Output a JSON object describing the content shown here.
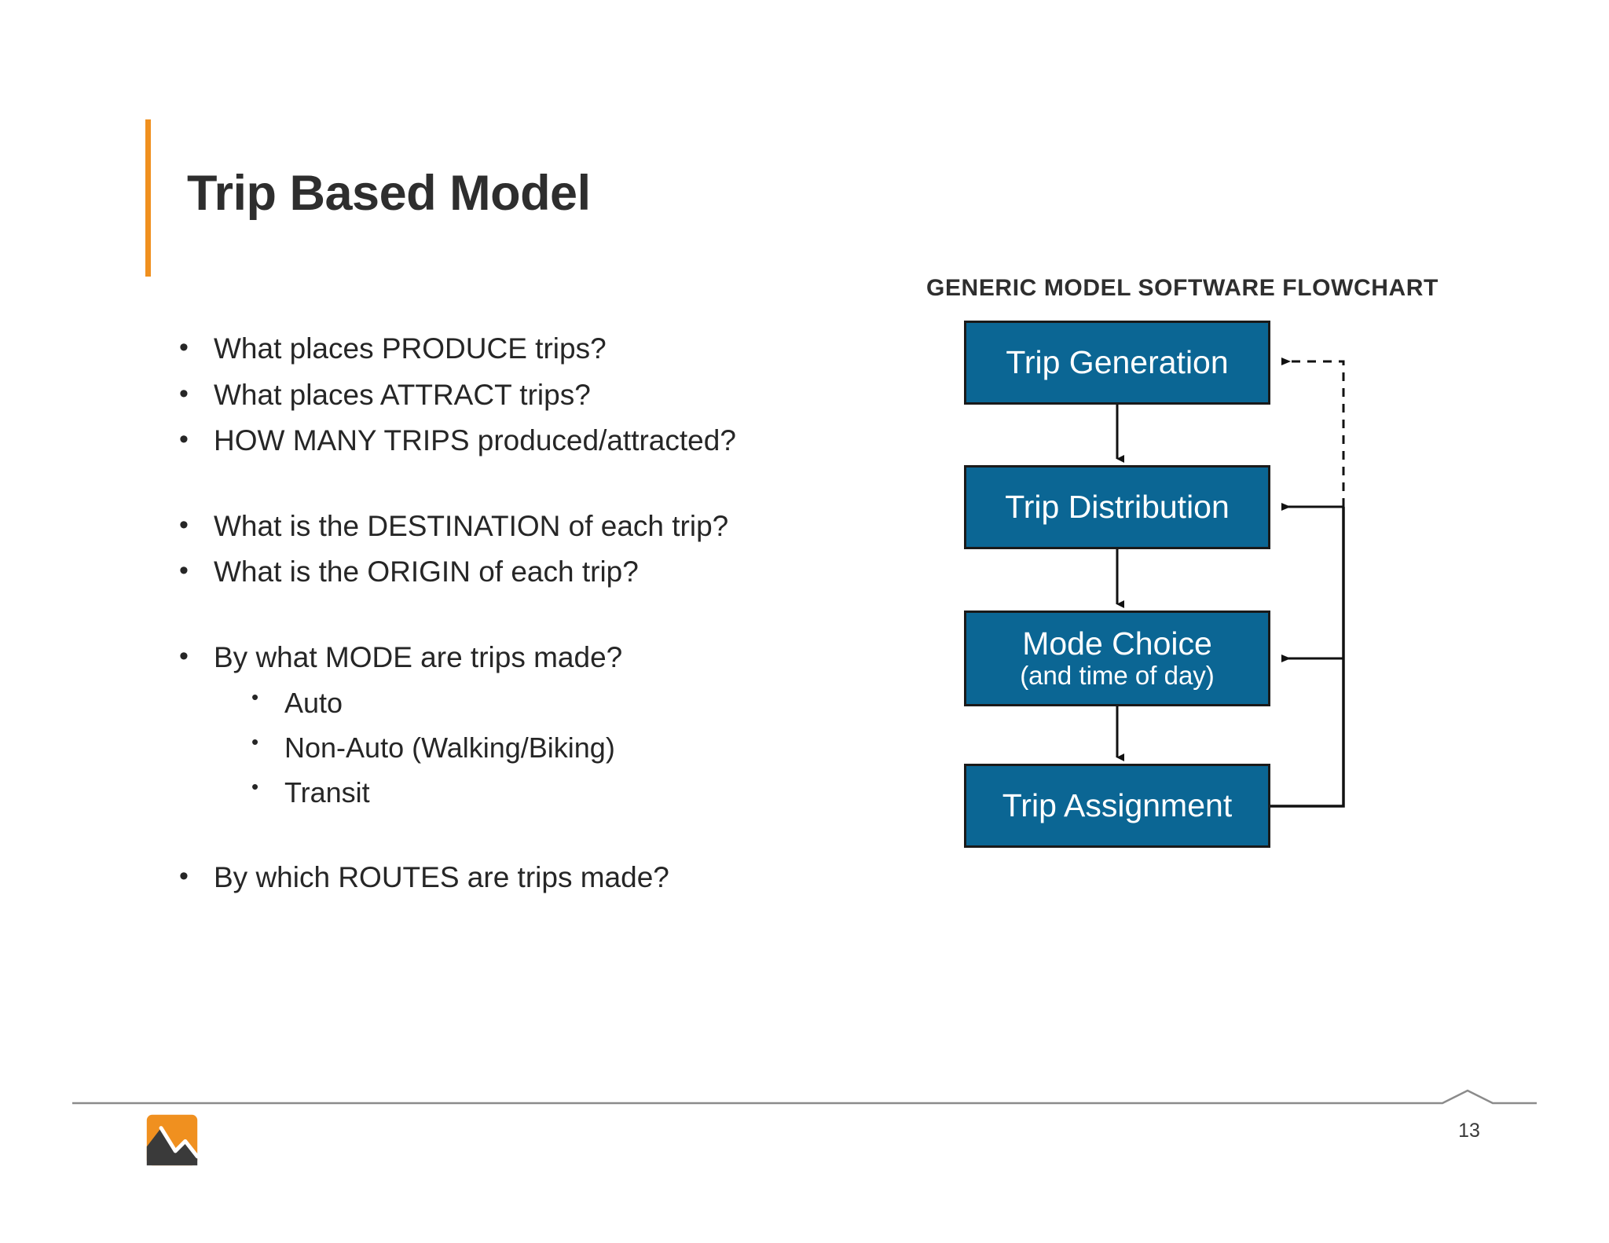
{
  "slide": {
    "title": "Trip Based Model",
    "page_number": "13",
    "accent_color": "#f0901f",
    "title_color": "#2e2e2e",
    "box_fill_color": "#0b6694",
    "box_text_color": "#ffffff"
  },
  "bullets": {
    "groups": [
      {
        "items": [
          {
            "marker": "•",
            "text": "What places PRODUCE trips?",
            "level": 1
          },
          {
            "marker": "•",
            "text": "What places ATTRACT trips?",
            "level": 1
          },
          {
            "marker": "•",
            "text": "HOW MANY TRIPS produced/attracted?",
            "level": 1
          }
        ]
      },
      {
        "items": [
          {
            "marker": "•",
            "text": "What is the DESTINATION of each trip?",
            "level": 1
          },
          {
            "marker": "•",
            "text": "What is the ORIGIN of each trip?",
            "level": 1
          }
        ]
      },
      {
        "items": [
          {
            "marker": "•",
            "text": "By what MODE are trips made?",
            "level": 1
          },
          {
            "marker": "•",
            "text": "Auto",
            "level": 2
          },
          {
            "marker": "•",
            "text": "Non-Auto (Walking/Biking)",
            "level": 2
          },
          {
            "marker": "•",
            "text": "Transit",
            "level": 2
          }
        ]
      },
      {
        "items": [
          {
            "marker": "•",
            "text": "By which ROUTES are trips made?",
            "level": 1
          }
        ]
      }
    ]
  },
  "flowchart": {
    "title": "GENERIC MODEL SOFTWARE FLOWCHART",
    "boxes": [
      {
        "id": "trip-generation",
        "title": "Trip Generation",
        "subtitle": ""
      },
      {
        "id": "trip-distribution",
        "title": "Trip Distribution",
        "subtitle": ""
      },
      {
        "id": "mode-choice",
        "title": "Mode Choice",
        "subtitle": "(and time of day)"
      },
      {
        "id": "trip-assignment",
        "title": "Trip Assignment",
        "subtitle": ""
      }
    ],
    "connections": [
      {
        "from": "trip-generation",
        "to": "trip-distribution",
        "style": "solid",
        "direction": "down"
      },
      {
        "from": "trip-distribution",
        "to": "mode-choice",
        "style": "solid",
        "direction": "down"
      },
      {
        "from": "mode-choice",
        "to": "trip-assignment",
        "style": "solid",
        "direction": "down"
      },
      {
        "from": "trip-distribution",
        "to": "trip-generation",
        "style": "dashed",
        "direction": "feedback-right"
      },
      {
        "from": "trip-assignment",
        "to": "trip-distribution",
        "style": "solid",
        "direction": "feedback-right"
      },
      {
        "from": "trip-assignment",
        "to": "mode-choice",
        "style": "solid",
        "direction": "feedback-right"
      }
    ]
  }
}
